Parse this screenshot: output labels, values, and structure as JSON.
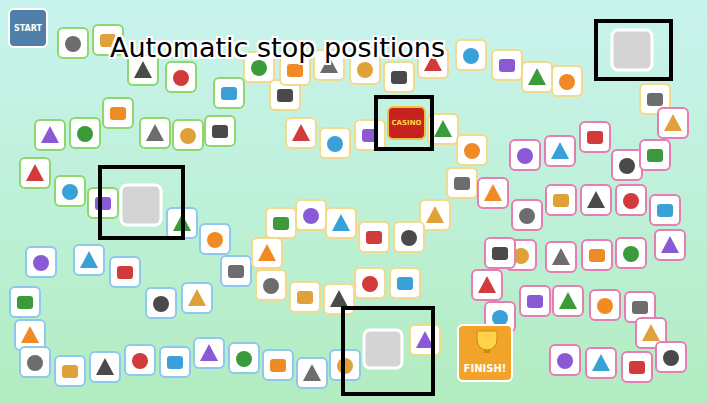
{
  "diagram": {
    "title": "Automatic stop positions",
    "nodes": [
      {
        "text": [
          "START"
        ]
      },
      {
        "text": [
          "CASINO"
        ]
      },
      {
        "text": [
          "FINISH!"
        ]
      }
    ]
  }
}
